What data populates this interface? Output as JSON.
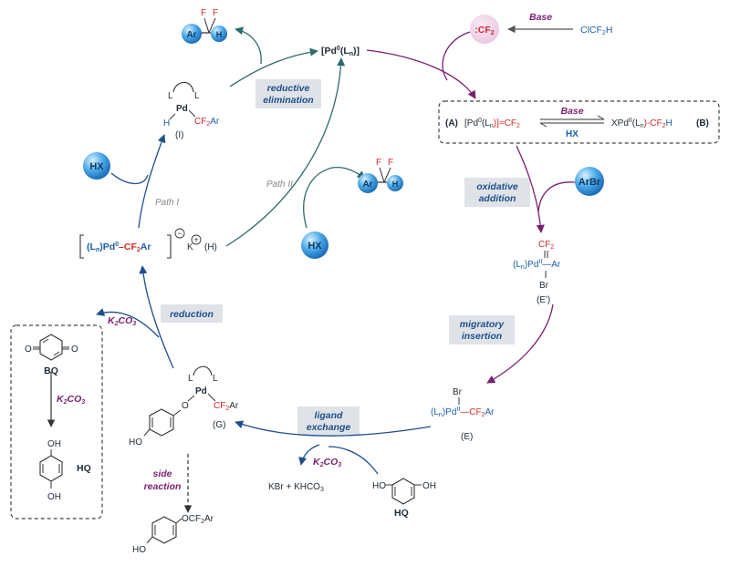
{
  "title_bar": "",
  "reagents": {
    "base": "Base",
    "clcf2h": {
      "a": "ClCF",
      "b": "2",
      "c": "H"
    },
    "cf2_carbene": {
      "a": ":CF",
      "b": "2"
    },
    "hx": "HX",
    "arbr": "ArBr",
    "k2co3": {
      "a": "K",
      "b": "2",
      "c": "CO",
      "d": "3"
    },
    "kbr_khco3": "KBr + KHCO",
    "kbr_khco3_sub": "3"
  },
  "steps": {
    "reductive_elimination": [
      "reductive",
      "elimination"
    ],
    "oxidative_addition": [
      "oxidative",
      "addition"
    ],
    "migratory_insertion": [
      "migratory",
      "insertion"
    ],
    "ligand_exchange": [
      "ligand",
      "exchange"
    ],
    "reduction": [
      "reduction"
    ],
    "side_reaction": [
      "side",
      "reaction"
    ],
    "path_i": "Path I",
    "path_ii": "Path II"
  },
  "species": {
    "pd0": {
      "a": "[Pd",
      "b": "0",
      "c": "(L",
      "d": "n",
      "e": ")]"
    },
    "A_label": "(A)",
    "A_formula": {
      "a": "[Pd",
      "b": "0",
      "c": "(L",
      "d": "n",
      "e": ")]=CF",
      "f": "2"
    },
    "B_label": "(B)",
    "B_formula": {
      "a": "XPd",
      "b": "II",
      "c": "(L",
      "d": "n",
      "e": ")-CF",
      "f": "2",
      "g": "H"
    },
    "eq_base": "Base",
    "eq_hx": "HX",
    "I_label": "(I)",
    "H_label": "(H)",
    "H_formula": {
      "a": "(L",
      "b": "n",
      "c": ")Pd",
      "d": "0",
      "e": "–CF",
      "f": "2",
      "g": "Ar"
    },
    "H_counter": "K",
    "E_prime_label": "(E')",
    "E_label": "(E)",
    "G_label": "(G)",
    "bq": "BQ",
    "hq": "HQ",
    "hq2": "HQ"
  },
  "atoms": {
    "L": "L",
    "Pd": "Pd",
    "H": "H",
    "Ar": "Ar",
    "F": "F",
    "Br": "Br",
    "O": "O",
    "HO": "HO",
    "OH": "OH",
    "CF2Ar": {
      "a": "CF",
      "b": "2",
      "c": "Ar"
    },
    "CF2": {
      "a": "CF",
      "b": "2"
    },
    "OCF2Ar": {
      "a": "OCF",
      "b": "2",
      "c": "Ar"
    },
    "LnPdII": {
      "a": "(L",
      "b": "n",
      "c": ")Pd",
      "d": "II"
    },
    "Ar_dash": "—Ar",
    "minus": "−",
    "plus": "+"
  },
  "colors": {
    "blue": "#1b5fa8",
    "red": "#d12b2b",
    "purple": "#7a1f6e",
    "teal": "#2e6b6b",
    "navy": "#1f4e89",
    "step_box": "#dfe3e8"
  }
}
